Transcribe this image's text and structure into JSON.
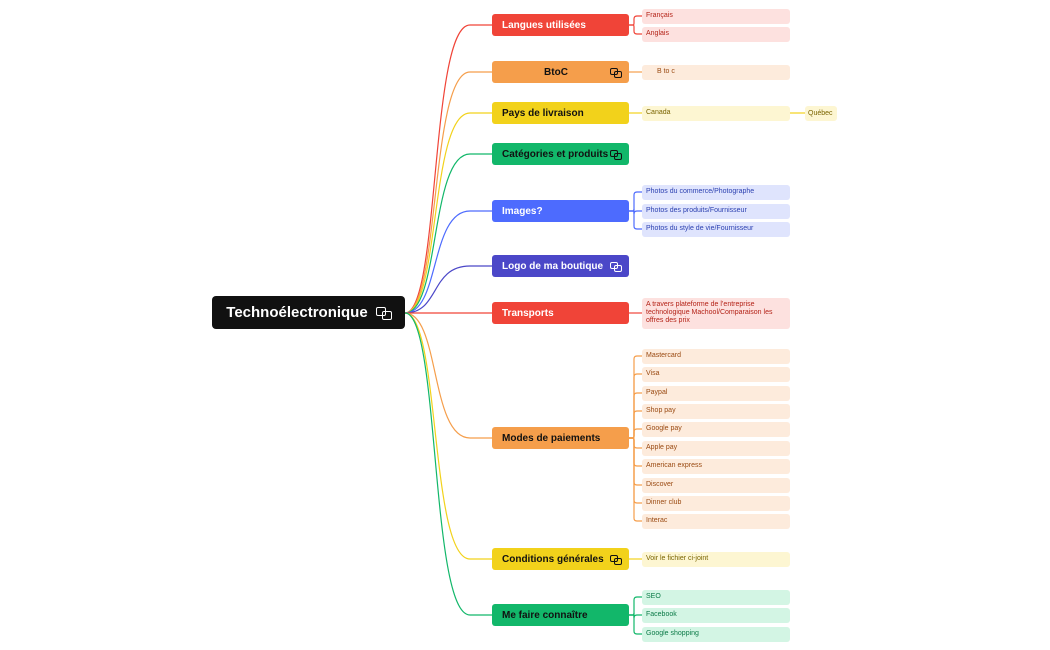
{
  "root": {
    "title": "Technoélectronique"
  },
  "colors": {
    "red": "#f04438",
    "orange": "#f59e4b",
    "yellow": "#f2d21b",
    "green": "#12b76a",
    "blue": "#4d6bfe",
    "indigo": "#4b47c8",
    "dark": "#111111"
  },
  "branches": [
    {
      "label": "Langues utilisées",
      "color": "red",
      "text": "white",
      "has_link": false,
      "leaves": [
        {
          "label": "Français"
        },
        {
          "label": "Anglais"
        }
      ]
    },
    {
      "label": "BtoC",
      "color": "orange",
      "text": "dark",
      "has_link": true,
      "centered": true,
      "leaves": [
        {
          "label": "B to c"
        }
      ]
    },
    {
      "label": "Pays de livraison",
      "color": "yellow",
      "text": "dark",
      "has_link": false,
      "leaves": [
        {
          "label": "Canada",
          "child": "Québec"
        }
      ]
    },
    {
      "label": "Catégories et produits",
      "color": "green",
      "text": "dark",
      "has_link": true,
      "leaves": []
    },
    {
      "label": "Images?",
      "color": "blue",
      "text": "white",
      "has_link": false,
      "leaves": [
        {
          "label": "Photos du commerce/Photographe"
        },
        {
          "label": "Photos des produits/Fournisseur"
        },
        {
          "label": "Photos du style de vie/Fournisseur"
        }
      ]
    },
    {
      "label": "Logo de ma boutique",
      "color": "indigo",
      "text": "white",
      "has_link": true,
      "leaves": []
    },
    {
      "label": "Transports",
      "color": "red",
      "text": "white",
      "has_link": false,
      "leaves": [
        {
          "label": "A travers plateforme de l’entreprise technologique Machool/Comparaison les offres des prix"
        }
      ]
    },
    {
      "label": "Modes de paiements",
      "color": "orange",
      "text": "dark",
      "has_link": false,
      "leaves": [
        {
          "label": "Mastercard"
        },
        {
          "label": "Visa"
        },
        {
          "label": "Paypal"
        },
        {
          "label": "Shop pay"
        },
        {
          "label": "Google pay"
        },
        {
          "label": "Apple pay"
        },
        {
          "label": "American express"
        },
        {
          "label": "Discover"
        },
        {
          "label": "Dinner club"
        },
        {
          "label": "Interac"
        }
      ]
    },
    {
      "label": "Conditions générales",
      "color": "yellow",
      "text": "dark",
      "has_link": true,
      "leaves": [
        {
          "label": "Voir le fichier ci-joint"
        }
      ]
    },
    {
      "label": "Me faire connaître",
      "color": "green",
      "text": "dark",
      "has_link": false,
      "leaves": [
        {
          "label": "SEO"
        },
        {
          "label": "Facebook"
        },
        {
          "label": "Google shopping"
        }
      ]
    }
  ]
}
